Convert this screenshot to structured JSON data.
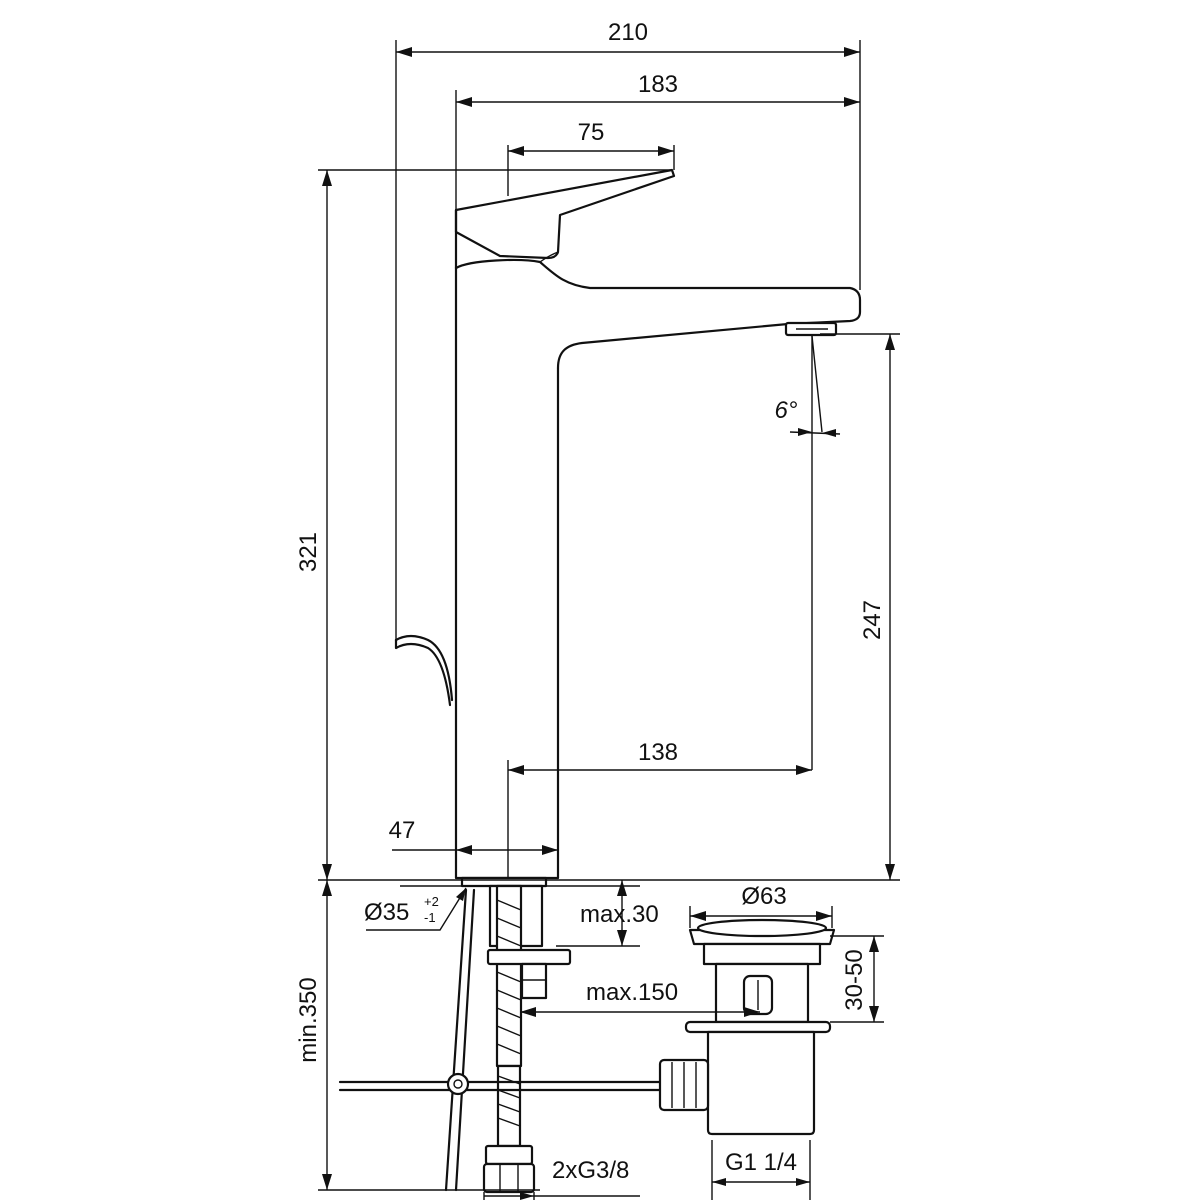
{
  "dimensions": {
    "overall_width": "210",
    "spout_reach": "183",
    "lever_length": "75",
    "overall_height": "321",
    "spout_height": "247",
    "spout_projection": "138",
    "body_diameter": "47",
    "spout_angle": "6°",
    "hole_diameter": "Ø35",
    "hole_tol_plus": "+2",
    "hole_tol_minus": "-1",
    "max_deck_thickness": "max.30",
    "waste_diameter": "Ø63",
    "max_rod_length": "max.150",
    "waste_height": "30-50",
    "min_supply_length": "min.350",
    "supply_connections": "2xG3/8",
    "waste_thread": "G1 1/4"
  }
}
